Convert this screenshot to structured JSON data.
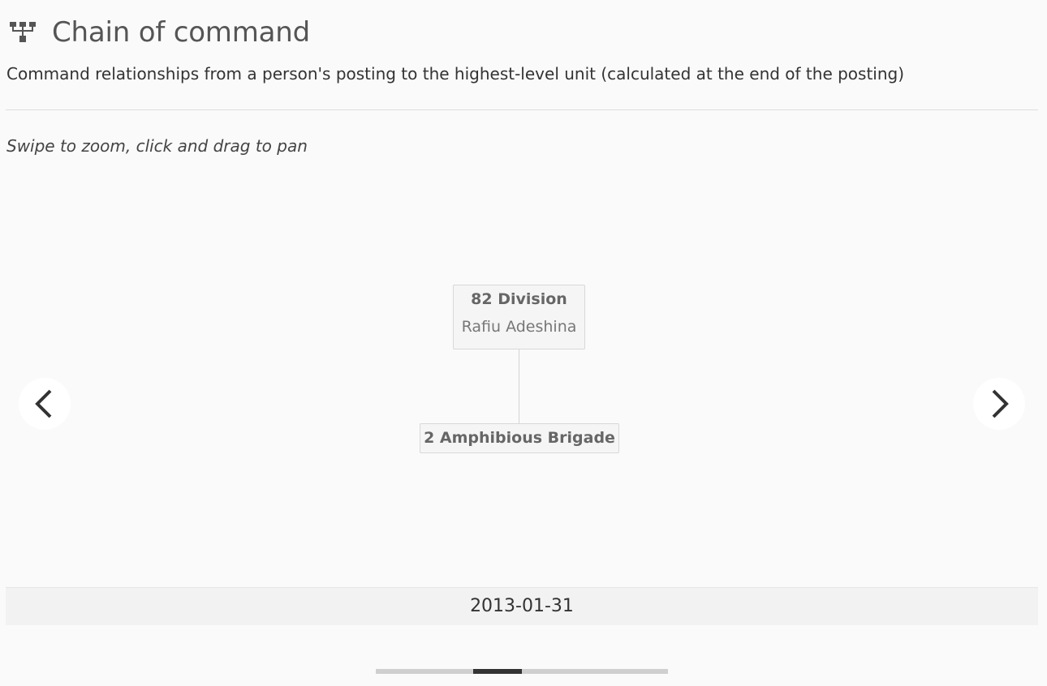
{
  "header": {
    "title": "Chain of command",
    "icon": "org-chart-icon",
    "subtitle": "Command relationships from a person's posting to the highest-level unit (calculated at the end of the posting)"
  },
  "hint": "Swipe to zoom, click and drag to pan",
  "chart": {
    "nodes": [
      {
        "unit": "82 Division",
        "commander": "Rafiu Adeshina"
      },
      {
        "unit": "2 Amphibious Brigade",
        "commander": ""
      }
    ]
  },
  "navigation": {
    "prev_icon": "chevron-left-icon",
    "next_icon": "chevron-right-icon"
  },
  "date": "2013-01-31",
  "pager": {
    "total_pages": 6,
    "active_page": 3
  }
}
